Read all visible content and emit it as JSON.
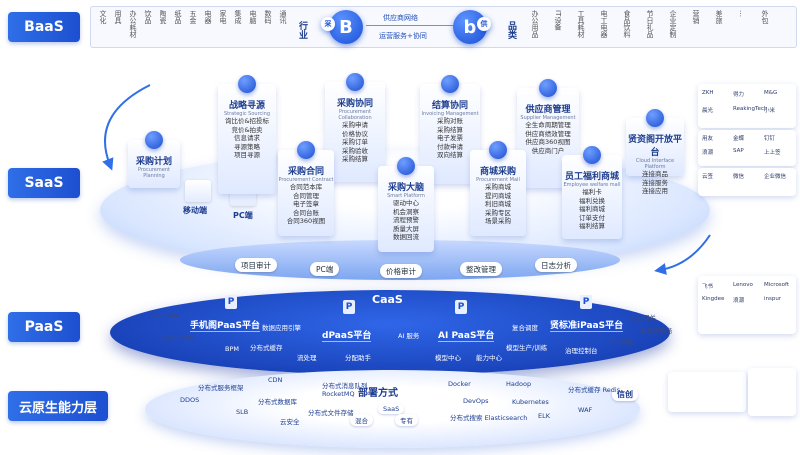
{
  "layers": [
    "BaaS",
    "SaaS",
    "PaaS",
    "云原生能力层"
  ],
  "baas": {
    "left_items": [
      "文化",
      "用具",
      "办公耗材",
      "饮品",
      "陶瓷",
      "纸品",
      "五金",
      "电器",
      "家电",
      "集成",
      "电脑",
      "数码",
      "通讯"
    ],
    "left_label": "行业",
    "b_left": "B",
    "b_left_tag": "采",
    "network_label": "供应商网络",
    "ops_label": "运营服务+协同",
    "b_right": "b",
    "b_right_tag": "供",
    "right_label": "品类",
    "right_items": [
      "办公用品",
      "IT设备",
      "工具耗材",
      "电工电器",
      "食品饮料",
      "节日礼品",
      "企业定制",
      "营销",
      "差旅",
      "…",
      "外包"
    ]
  },
  "saas": {
    "modules": [
      {
        "title": "采购计划",
        "en": "Procurement Planning",
        "lines": []
      },
      {
        "title": "战略寻源",
        "en": "Strategic Sourcing",
        "lines": [
          "询比价&招投标",
          "竞价&拍卖",
          "信息请求",
          "寻源策略",
          "项目寻源"
        ]
      },
      {
        "title": "采购协同",
        "en": "Procurement Collaboration",
        "lines": [
          "采购申请",
          "价格协议",
          "采购订单",
          "采购验收",
          "采购结算"
        ]
      },
      {
        "title": "结算协同",
        "en": "Invoicing Management",
        "lines": [
          "采购对账",
          "采购结算",
          "电子发票",
          "付款申请",
          "双向结算"
        ]
      },
      {
        "title": "供应商管理",
        "en": "Supplier Management",
        "lines": [
          "全生命周期管理",
          "供应商绩效管理",
          "供应商360视图",
          "供应商门户"
        ]
      },
      {
        "title": "采购合同",
        "en": "Procurement Contract",
        "lines": [
          "合同范本库",
          "合同管理",
          "电子签章",
          "合同台账",
          "合同360视图"
        ]
      },
      {
        "title": "采购大脑",
        "en": "Smart Platform",
        "lines": [
          "驱动中心",
          "机会洞察",
          "流程预警",
          "质量大屏",
          "数据回流"
        ]
      },
      {
        "title": "商城采购",
        "en": "Procurement Mall",
        "lines": [
          "采购商城",
          "提问商城",
          "利旧商城",
          "采购专区",
          "场景采购"
        ]
      },
      {
        "title": "员工福利商城",
        "en": "Employee welfare mall",
        "lines": [
          "福利卡",
          "福利兑换",
          "福利商城",
          "订单支付",
          "福利结算"
        ]
      },
      {
        "title": "贤资阁开放平台",
        "en": "Cloud Interface Platform",
        "lines": [
          "连接商品",
          "连接服务",
          "连接应用"
        ]
      }
    ],
    "mobile": "移动端",
    "pc": "PC端",
    "pills": [
      "项目审计",
      "PC端",
      "价格审计",
      "整改管理",
      "日志分析"
    ]
  },
  "paas": {
    "title": "CaaS",
    "mains": [
      "手机阁PaaS平台",
      "dPaaS平台",
      "AI PaaS平台",
      "贤标准iPaaS平台"
    ],
    "items": [
      "No Code",
      "Low Code",
      "BPM",
      "数据应用引擎",
      "分布式缓存",
      "流处理",
      "分配助手",
      "AI 服务",
      "模型中心",
      "能力中心",
      "复合调度",
      "模型生产/训练",
      "治理控制台",
      "安全闲关",
      "集成流服务",
      "API编排"
    ]
  },
  "cloud": {
    "title": "部署方式",
    "modes": [
      "SaaS",
      "混合",
      "专有"
    ],
    "trust": "信创",
    "items": [
      "分布式服务框架",
      "CDN",
      "分布式消息队列 RocketMQ",
      "Docker",
      "Hadoop",
      "分布式缓存 Redis",
      "DDOS",
      "分布式数据库",
      "DevOps",
      "Kubernetes",
      "WAF",
      "SLB",
      "分布式文件存储",
      "云安全",
      "分布式搜索 Elasticsearch",
      "ELK"
    ]
  },
  "partners": {
    "top": [
      "ZKH",
      "得力",
      "M&G",
      "晨光",
      "ReakingTech",
      "小米"
    ],
    "mid": [
      "用友",
      "金蝶",
      "钉钉",
      "浪潮",
      "SAP",
      "上上签"
    ],
    "bottom": [
      "云签",
      "微信",
      "企业微信",
      "飞书",
      "Lenovo",
      "Microsoft",
      "Kingdee",
      "浪潮",
      "inspur"
    ]
  },
  "colors": {
    "primary": "#1d4fd0",
    "accent": "#2f6fe8"
  }
}
